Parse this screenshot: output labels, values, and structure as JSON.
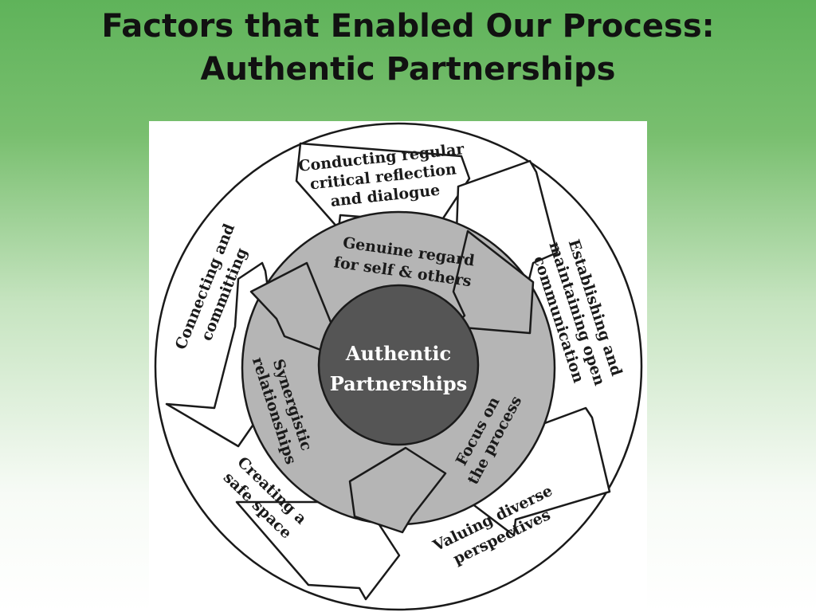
{
  "title": {
    "line1": "Factors that Enabled Our Process:",
    "line2": "Authentic Partnerships"
  },
  "diagram": {
    "center": {
      "line1": "Authentic",
      "line2": "Partnerships"
    },
    "inner_ring": [
      {
        "line1": "Genuine regard",
        "line2": "for self & others"
      },
      {
        "line1": "Focus on",
        "line2": "the process"
      },
      {
        "line1": "Synergistic",
        "line2": "relationships"
      }
    ],
    "outer_ring": [
      {
        "line1": "Conducting regular",
        "line2": "critical reflection",
        "line3": "and dialogue"
      },
      {
        "line1": "Establishing and",
        "line2": "maintaining open",
        "line3": "communication"
      },
      {
        "line1": "Valuing diverse",
        "line2": "perspectives"
      },
      {
        "line1": "Creating a",
        "line2": "safe space"
      },
      {
        "line1": "Connecting and",
        "line2": "committing"
      }
    ],
    "colors": {
      "center_fill": "#555555",
      "inner_ring_fill": "#b5b5b5",
      "outer_ring_fill": "#ffffff",
      "stroke": "#1a1a1a"
    }
  }
}
